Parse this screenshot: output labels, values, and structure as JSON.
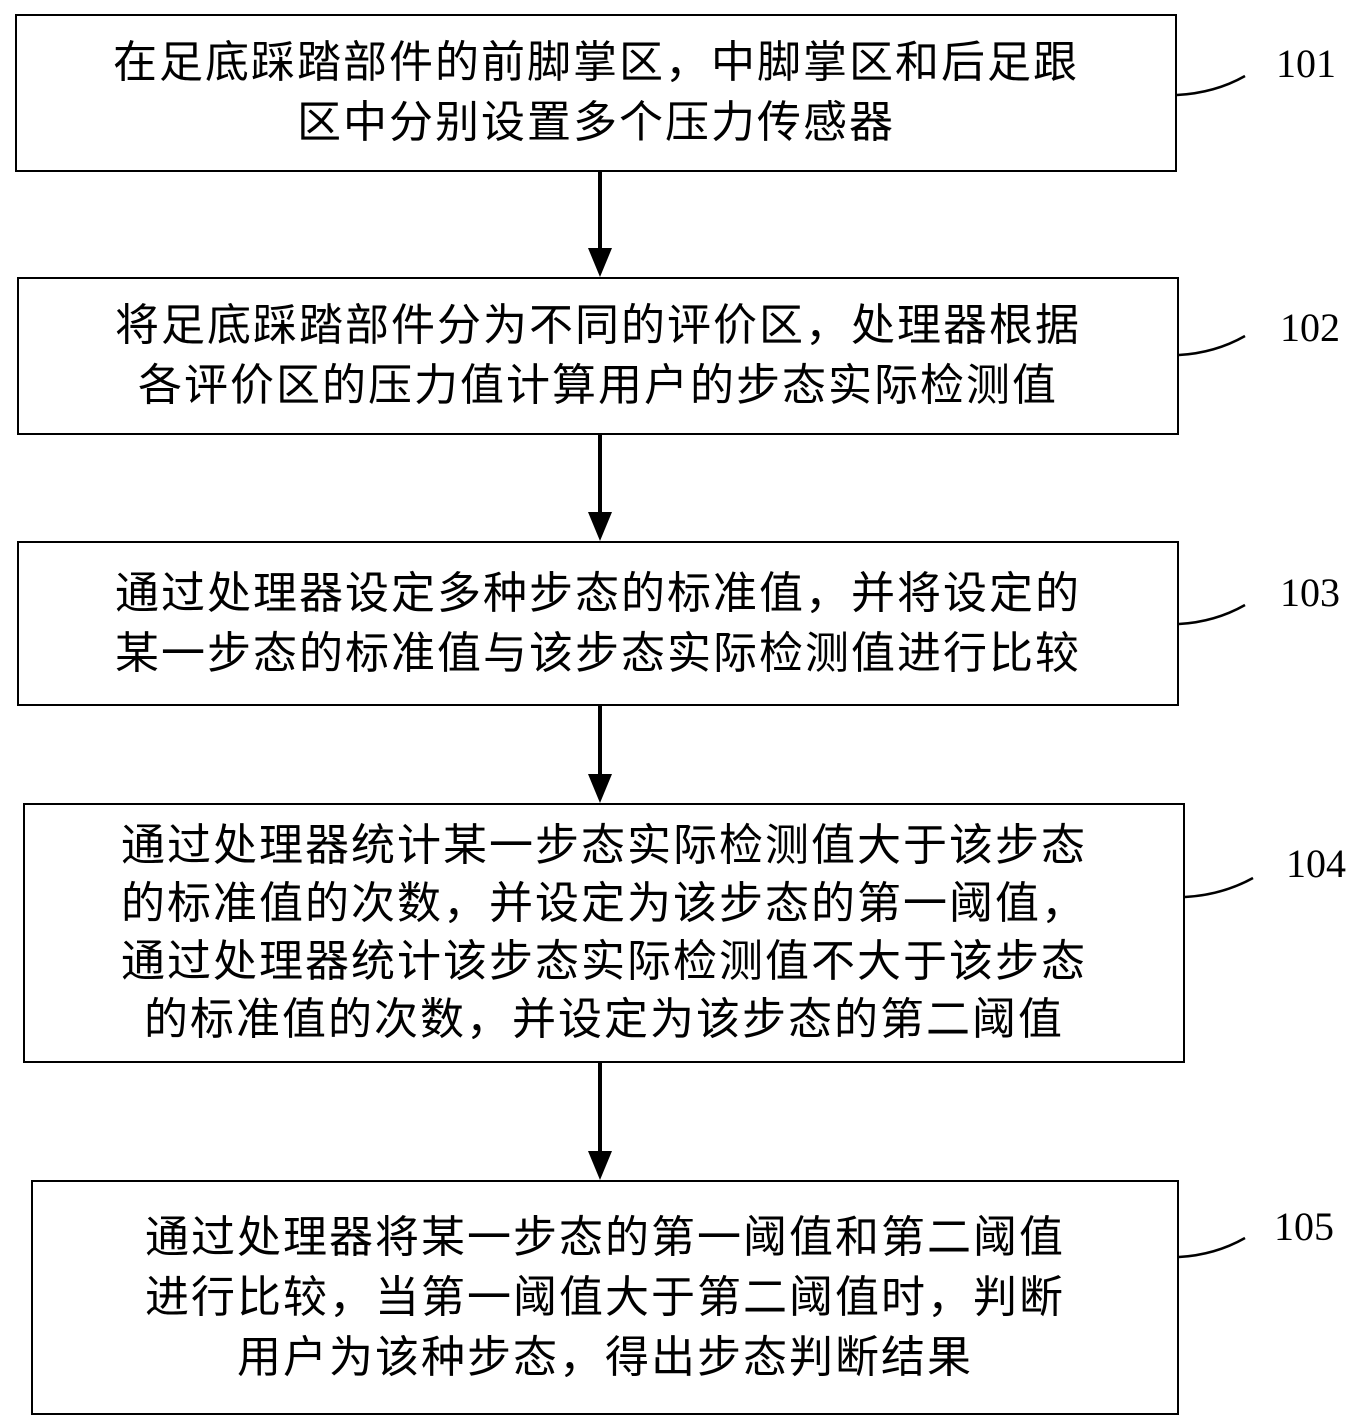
{
  "flowchart": {
    "steps": [
      {
        "id": "101",
        "lines": [
          "在足底踩踏部件的前脚掌区，中脚掌区和后足跟",
          "区中分别设置多个压力传感器"
        ]
      },
      {
        "id": "102",
        "lines": [
          "将足底踩踏部件分为不同的评价区，处理器根据",
          "各评价区的压力值计算用户的步态实际检测值"
        ]
      },
      {
        "id": "103",
        "lines": [
          "通过处理器设定多种步态的标准值，并将设定的",
          "某一步态的标准值与该步态实际检测值进行比较"
        ]
      },
      {
        "id": "104",
        "lines": [
          "通过处理器统计某一步态实际检测值大于该步态",
          "的标准值的次数，并设定为该步态的第一阈值，",
          "通过处理器统计该步态实际检测值不大于该步态",
          "的标准值的次数，并设定为该步态的第二阈值"
        ]
      },
      {
        "id": "105",
        "lines": [
          "通过处理器将某一步态的第一阈值和第二阈值",
          "进行比较，当第一阈值大于第二阈值时，判断",
          "用户为该种步态，得出步态判断结果"
        ]
      }
    ]
  }
}
